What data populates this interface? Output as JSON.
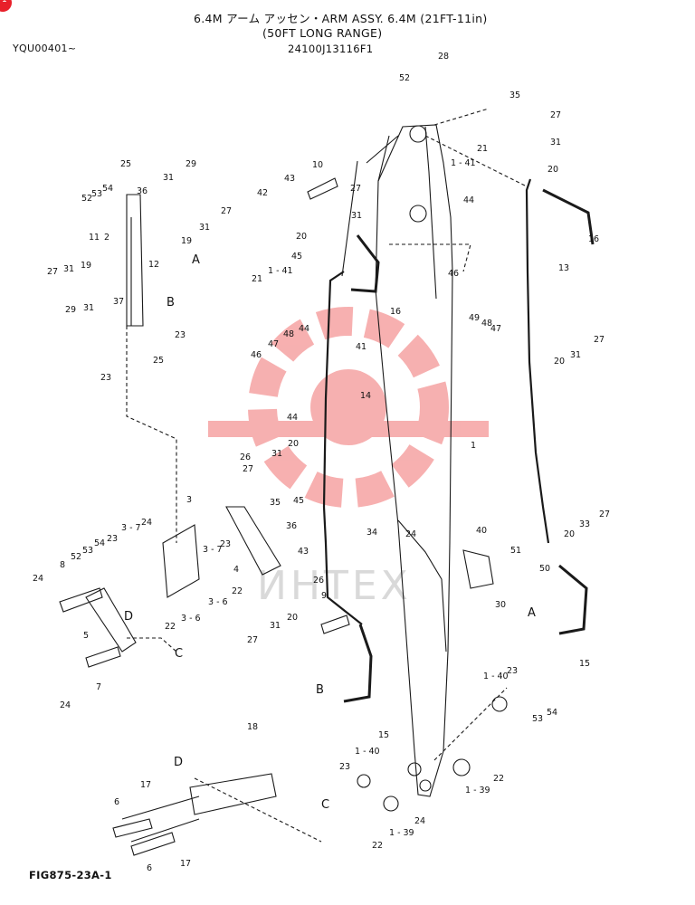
{
  "header": {
    "title_line1": "6.4M アーム アッセン・ARM ASSY. 6.4M (21FT-11in)",
    "title_line2": "(50FT LONG RANGE)",
    "part_number": "24100J13116F1",
    "serial": "YQU00401~"
  },
  "footer": {
    "figure": "FIG875-23A-1"
  },
  "corner_badge": "1",
  "watermark_text": "ИНТЕХ",
  "colors": {
    "line": "#1a1a1a",
    "watermark": "#f07070",
    "badge": "#e8202a"
  },
  "callouts": [
    {
      "id": "c1",
      "text": "1"
    },
    {
      "id": "c2",
      "text": "1 - 41"
    },
    {
      "id": "c3",
      "text": "1 - 41"
    },
    {
      "id": "c4",
      "text": "1 - 40"
    },
    {
      "id": "c5",
      "text": "1 - 40"
    },
    {
      "id": "c6",
      "text": "1 - 39"
    },
    {
      "id": "c7",
      "text": "1 - 39"
    },
    {
      "id": "c8",
      "text": "2"
    },
    {
      "id": "c9",
      "text": "3"
    },
    {
      "id": "c10",
      "text": "3 - 7"
    },
    {
      "id": "c11",
      "text": "3 - 7"
    },
    {
      "id": "c12",
      "text": "3 - 6"
    },
    {
      "id": "c13",
      "text": "3 - 6"
    },
    {
      "id": "c14",
      "text": "4"
    },
    {
      "id": "c15",
      "text": "5"
    },
    {
      "id": "c16",
      "text": "6"
    },
    {
      "id": "c17",
      "text": "6"
    },
    {
      "id": "c18",
      "text": "7"
    },
    {
      "id": "c19",
      "text": "8"
    },
    {
      "id": "c20",
      "text": "9"
    },
    {
      "id": "c21",
      "text": "10"
    },
    {
      "id": "c22",
      "text": "11"
    },
    {
      "id": "c23",
      "text": "12"
    },
    {
      "id": "c24",
      "text": "13"
    },
    {
      "id": "c25",
      "text": "14"
    },
    {
      "id": "c26",
      "text": "15"
    },
    {
      "id": "c27",
      "text": "15"
    },
    {
      "id": "c28",
      "text": "16"
    },
    {
      "id": "c29",
      "text": "16"
    },
    {
      "id": "c30",
      "text": "17"
    },
    {
      "id": "c31",
      "text": "17"
    },
    {
      "id": "c32",
      "text": "18"
    },
    {
      "id": "c33",
      "text": "19"
    },
    {
      "id": "c34",
      "text": "19"
    },
    {
      "id": "c35",
      "text": "20"
    },
    {
      "id": "c36",
      "text": "20"
    },
    {
      "id": "c37",
      "text": "20"
    },
    {
      "id": "c38",
      "text": "20"
    },
    {
      "id": "c39",
      "text": "20"
    },
    {
      "id": "c40",
      "text": "20"
    },
    {
      "id": "c41",
      "text": "21"
    },
    {
      "id": "c42",
      "text": "21"
    },
    {
      "id": "c43",
      "text": "22"
    },
    {
      "id": "c44",
      "text": "22"
    },
    {
      "id": "c45",
      "text": "22"
    },
    {
      "id": "c46",
      "text": "22"
    },
    {
      "id": "c47",
      "text": "23"
    },
    {
      "id": "c48",
      "text": "23"
    },
    {
      "id": "c49",
      "text": "23"
    },
    {
      "id": "c50",
      "text": "23"
    },
    {
      "id": "c51",
      "text": "23"
    },
    {
      "id": "c52",
      "text": "23"
    },
    {
      "id": "c53",
      "text": "24"
    },
    {
      "id": "c54",
      "text": "24"
    },
    {
      "id": "c55",
      "text": "24"
    },
    {
      "id": "c56",
      "text": "24"
    },
    {
      "id": "c57",
      "text": "24"
    },
    {
      "id": "c58",
      "text": "25"
    },
    {
      "id": "c59",
      "text": "25"
    },
    {
      "id": "c60",
      "text": "26"
    },
    {
      "id": "c61",
      "text": "26"
    },
    {
      "id": "c62",
      "text": "27"
    },
    {
      "id": "c63",
      "text": "27"
    },
    {
      "id": "c64",
      "text": "27"
    },
    {
      "id": "c65",
      "text": "27"
    },
    {
      "id": "c66",
      "text": "27"
    },
    {
      "id": "c67",
      "text": "27"
    },
    {
      "id": "c68",
      "text": "27"
    },
    {
      "id": "c69",
      "text": "27"
    },
    {
      "id": "c70",
      "text": "28"
    },
    {
      "id": "c71",
      "text": "29"
    },
    {
      "id": "c72",
      "text": "29"
    },
    {
      "id": "c73",
      "text": "30"
    },
    {
      "id": "c74",
      "text": "31"
    },
    {
      "id": "c75",
      "text": "31"
    },
    {
      "id": "c76",
      "text": "31"
    },
    {
      "id": "c77",
      "text": "31"
    },
    {
      "id": "c78",
      "text": "31"
    },
    {
      "id": "c79",
      "text": "31"
    },
    {
      "id": "c80",
      "text": "31"
    },
    {
      "id": "c81",
      "text": "31"
    },
    {
      "id": "c82",
      "text": "31"
    },
    {
      "id": "c83",
      "text": "33"
    },
    {
      "id": "c84",
      "text": "34"
    },
    {
      "id": "c85",
      "text": "35"
    },
    {
      "id": "c86",
      "text": "35"
    },
    {
      "id": "c87",
      "text": "36"
    },
    {
      "id": "c88",
      "text": "36"
    },
    {
      "id": "c89",
      "text": "37"
    },
    {
      "id": "c90",
      "text": "40"
    },
    {
      "id": "c91",
      "text": "41"
    },
    {
      "id": "c92",
      "text": "42"
    },
    {
      "id": "c93",
      "text": "43"
    },
    {
      "id": "c94",
      "text": "43"
    },
    {
      "id": "c95",
      "text": "44"
    },
    {
      "id": "c96",
      "text": "44"
    },
    {
      "id": "c97",
      "text": "44"
    },
    {
      "id": "c98",
      "text": "45"
    },
    {
      "id": "c99",
      "text": "45"
    },
    {
      "id": "c100",
      "text": "46"
    },
    {
      "id": "c101",
      "text": "46"
    },
    {
      "id": "c102",
      "text": "47"
    },
    {
      "id": "c103",
      "text": "47"
    },
    {
      "id": "c104",
      "text": "48"
    },
    {
      "id": "c105",
      "text": "48"
    },
    {
      "id": "c106",
      "text": "49"
    },
    {
      "id": "c107",
      "text": "50"
    },
    {
      "id": "c108",
      "text": "51"
    },
    {
      "id": "c109",
      "text": "52"
    },
    {
      "id": "c110",
      "text": "52"
    },
    {
      "id": "c111",
      "text": "52"
    },
    {
      "id": "c112",
      "text": "53"
    },
    {
      "id": "c113",
      "text": "53"
    },
    {
      "id": "c114",
      "text": "53"
    },
    {
      "id": "c115",
      "text": "54"
    },
    {
      "id": "c116",
      "text": "54"
    },
    {
      "id": "c117",
      "text": "54"
    }
  ],
  "letters": [
    {
      "id": "A1",
      "text": "A"
    },
    {
      "id": "A2",
      "text": "A"
    },
    {
      "id": "B1",
      "text": "B"
    },
    {
      "id": "B2",
      "text": "B"
    },
    {
      "id": "C1",
      "text": "C"
    },
    {
      "id": "C2",
      "text": "C"
    },
    {
      "id": "D1",
      "text": "D"
    },
    {
      "id": "D2",
      "text": "D"
    }
  ]
}
